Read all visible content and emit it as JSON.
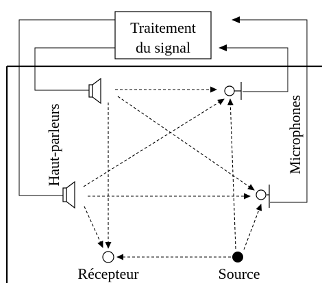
{
  "diagram": {
    "processing_box": {
      "line1": "Traitement",
      "line2": "du signal"
    },
    "labels": {
      "speakers": "Haut-parleurs",
      "microphones": "Microphones",
      "receiver": "Récepteur",
      "source": "Source"
    }
  }
}
